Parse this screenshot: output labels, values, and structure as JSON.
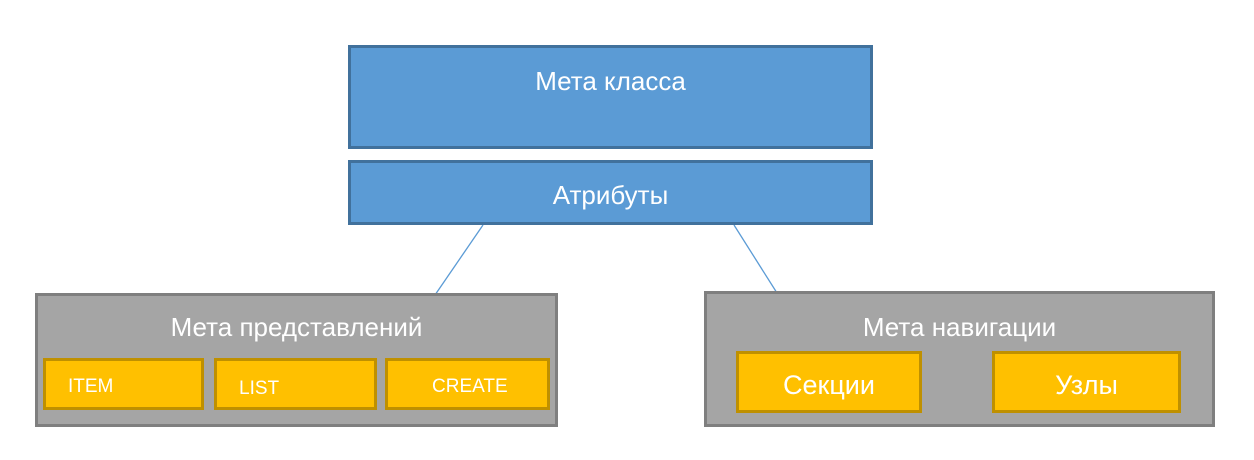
{
  "diagram": {
    "meta_class": {
      "label": "Мета класса"
    },
    "attributes": {
      "label": "Атрибуты"
    },
    "views": {
      "label": "Мета представлений",
      "items": [
        "ITEM",
        "LIST",
        "CREATE"
      ]
    },
    "navigation": {
      "label": "Мета навигации",
      "items": [
        "Секции",
        "Узлы"
      ]
    }
  }
}
